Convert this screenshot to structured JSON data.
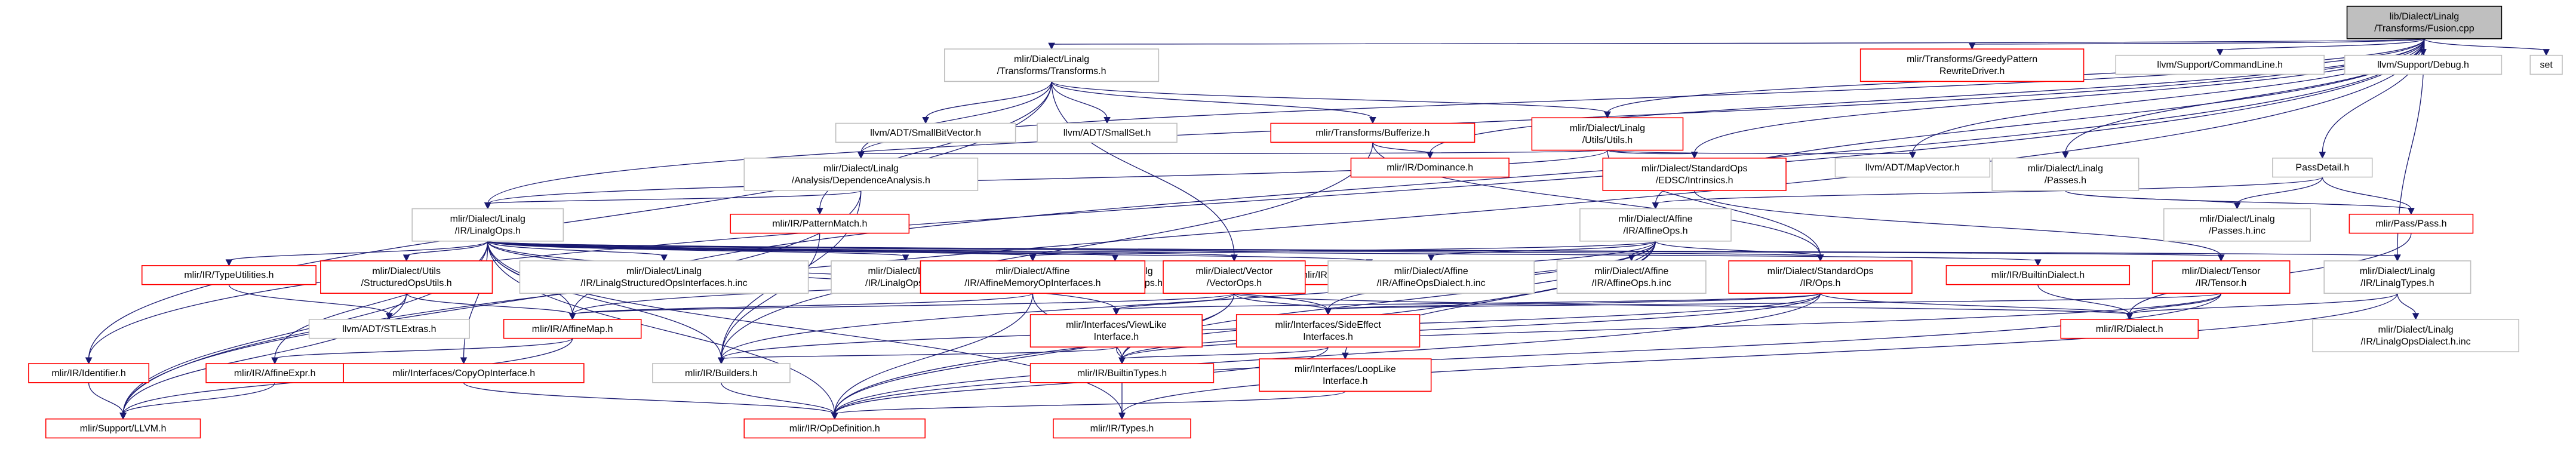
{
  "graph": {
    "nodes": [
      {
        "id": "root",
        "lines": [
          "lib/Dialect/Linalg",
          "/Transforms/Fusion.cpp"
        ],
        "style": "root",
        "interactable": false
      },
      {
        "id": "transforms_h",
        "lines": [
          "mlir/Dialect/Linalg",
          "/Transforms/Transforms.h"
        ],
        "style": "normal"
      },
      {
        "id": "greedy",
        "lines": [
          "mlir/Transforms/GreedyPattern",
          "RewriteDriver.h"
        ],
        "style": "red"
      },
      {
        "id": "commandline",
        "lines": [
          "llvm/Support/CommandLine.h"
        ],
        "style": "normal"
      },
      {
        "id": "debug",
        "lines": [
          "llvm/Support/Debug.h"
        ],
        "style": "normal"
      },
      {
        "id": "set",
        "lines": [
          "set"
        ],
        "style": "normal"
      },
      {
        "id": "smallbitvector",
        "lines": [
          "llvm/ADT/SmallBitVector.h"
        ],
        "style": "normal"
      },
      {
        "id": "smallset",
        "lines": [
          "llvm/ADT/SmallSet.h"
        ],
        "style": "normal"
      },
      {
        "id": "bufferize",
        "lines": [
          "mlir/Transforms/Bufferize.h"
        ],
        "style": "red"
      },
      {
        "id": "utils_h",
        "lines": [
          "mlir/Dialect/Linalg",
          "/Utils/Utils.h"
        ],
        "style": "red"
      },
      {
        "id": "depanalysis",
        "lines": [
          "mlir/Dialect/Linalg",
          "/Analysis/DependenceAnalysis.h"
        ],
        "style": "normal"
      },
      {
        "id": "dominance",
        "lines": [
          "mlir/IR/Dominance.h"
        ],
        "style": "red"
      },
      {
        "id": "edsc_intrinsics",
        "lines": [
          "mlir/Dialect/StandardOps",
          "/EDSC/Intrinsics.h"
        ],
        "style": "red"
      },
      {
        "id": "mapvector",
        "lines": [
          "llvm/ADT/MapVector.h"
        ],
        "style": "normal"
      },
      {
        "id": "linalg_passes",
        "lines": [
          "mlir/Dialect/Linalg",
          "/Passes.h"
        ],
        "style": "normal"
      },
      {
        "id": "passdetail",
        "lines": [
          "PassDetail.h"
        ],
        "style": "normal"
      },
      {
        "id": "linalgops_h",
        "lines": [
          "mlir/Dialect/Linalg",
          "/IR/LinalgOps.h"
        ],
        "style": "normal"
      },
      {
        "id": "patternmatch",
        "lines": [
          "mlir/IR/PatternMatch.h"
        ],
        "style": "red"
      },
      {
        "id": "affineops_h",
        "lines": [
          "mlir/Dialect/Affine",
          "/IR/AffineOps.h"
        ],
        "style": "normal"
      },
      {
        "id": "linalg_passes_inc",
        "lines": [
          "mlir/Dialect/Linalg",
          "/Passes.h.inc"
        ],
        "style": "normal"
      },
      {
        "id": "pass_h",
        "lines": [
          "mlir/Pass/Pass.h"
        ],
        "style": "red"
      },
      {
        "id": "typeutilities",
        "lines": [
          "mlir/IR/TypeUtilities.h"
        ],
        "style": "red"
      },
      {
        "id": "structuredopsutils",
        "lines": [
          "mlir/Dialect/Utils",
          "/StructuredOpsUtils.h"
        ],
        "style": "red"
      },
      {
        "id": "linalgstructuredopsinterfaces_inc",
        "lines": [
          "mlir/Dialect/Linalg",
          "/IR/LinalgStructuredOpsInterfaces.h.inc"
        ],
        "style": "normal"
      },
      {
        "id": "linalgops_h_inc",
        "lines": [
          "mlir/Dialect/Linalg",
          "/IR/LinalgOps.h.inc"
        ],
        "style": "normal"
      },
      {
        "id": "linalgstructuredops_inc",
        "lines": [
          "mlir/Dialect/Linalg",
          "/IR/LinalgStructuredOps.h.inc"
        ],
        "style": "normal"
      },
      {
        "id": "blockandvaluemapping",
        "lines": [
          "mlir/IR/BlockAndValueMapping.h"
        ],
        "style": "red"
      },
      {
        "id": "affinememoryopinterfaces",
        "lines": [
          "mlir/Dialect/Affine",
          "/IR/AffineMemoryOpInterfaces.h"
        ],
        "style": "red"
      },
      {
        "id": "vectorops",
        "lines": [
          "mlir/Dialect/Vector",
          "/VectorOps.h"
        ],
        "style": "red"
      },
      {
        "id": "affineopsdialect_inc",
        "lines": [
          "mlir/Dialect/Affine",
          "/IR/AffineOpsDialect.h.inc"
        ],
        "style": "normal"
      },
      {
        "id": "affineops_inc",
        "lines": [
          "mlir/Dialect/Affine",
          "/IR/AffineOps.h.inc"
        ],
        "style": "normal"
      },
      {
        "id": "stdops_h",
        "lines": [
          "mlir/Dialect/StandardOps",
          "/IR/Ops.h"
        ],
        "style": "red"
      },
      {
        "id": "builtindialect",
        "lines": [
          "mlir/IR/BuiltinDialect.h"
        ],
        "style": "red"
      },
      {
        "id": "tensor_h",
        "lines": [
          "mlir/Dialect/Tensor",
          "/IR/Tensor.h"
        ],
        "style": "red"
      },
      {
        "id": "linalgtypes",
        "lines": [
          "mlir/Dialect/Linalg",
          "/IR/LinalgTypes.h"
        ],
        "style": "normal"
      },
      {
        "id": "stlextras",
        "lines": [
          "llvm/ADT/STLExtras.h"
        ],
        "style": "normal"
      },
      {
        "id": "affinemap",
        "lines": [
          "mlir/IR/AffineMap.h"
        ],
        "style": "red"
      },
      {
        "id": "viewlikeinterface",
        "lines": [
          "mlir/Interfaces/ViewLike",
          "Interface.h"
        ],
        "style": "red"
      },
      {
        "id": "sideeffectinterfaces",
        "lines": [
          "mlir/Interfaces/SideEffect",
          "Interfaces.h"
        ],
        "style": "red"
      },
      {
        "id": "dialect_h",
        "lines": [
          "mlir/IR/Dialect.h"
        ],
        "style": "red"
      },
      {
        "id": "linalgopsdialect_inc",
        "lines": [
          "mlir/Dialect/Linalg",
          "/IR/LinalgOpsDialect.h.inc"
        ],
        "style": "normal"
      },
      {
        "id": "identifier",
        "lines": [
          "mlir/IR/Identifier.h"
        ],
        "style": "red"
      },
      {
        "id": "affineexpr",
        "lines": [
          "mlir/IR/AffineExpr.h"
        ],
        "style": "red"
      },
      {
        "id": "copyopinterface",
        "lines": [
          "mlir/Interfaces/CopyOpInterface.h"
        ],
        "style": "red"
      },
      {
        "id": "builders",
        "lines": [
          "mlir/IR/Builders.h"
        ],
        "style": "normal"
      },
      {
        "id": "builtintypes",
        "lines": [
          "mlir/IR/BuiltinTypes.h"
        ],
        "style": "red"
      },
      {
        "id": "looplikeinterface",
        "lines": [
          "mlir/Interfaces/LoopLike",
          "Interface.h"
        ],
        "style": "red"
      },
      {
        "id": "support_llvm",
        "lines": [
          "mlir/Support/LLVM.h"
        ],
        "style": "red"
      },
      {
        "id": "opdefinition",
        "lines": [
          "mlir/IR/OpDefinition.h"
        ],
        "style": "red"
      },
      {
        "id": "types_h",
        "lines": [
          "mlir/IR/Types.h"
        ],
        "style": "red"
      }
    ],
    "edges": [
      [
        "root",
        "transforms_h"
      ],
      [
        "root",
        "greedy"
      ],
      [
        "root",
        "commandline"
      ],
      [
        "root",
        "debug"
      ],
      [
        "root",
        "set"
      ],
      [
        "root",
        "utils_h"
      ],
      [
        "root",
        "depanalysis"
      ],
      [
        "root",
        "dominance"
      ],
      [
        "root",
        "edsc_intrinsics"
      ],
      [
        "root",
        "mapvector"
      ],
      [
        "root",
        "linalg_passes"
      ],
      [
        "root",
        "passdetail"
      ],
      [
        "root",
        "linalgops_h"
      ],
      [
        "root",
        "affineops_h"
      ],
      [
        "root",
        "linalgtypes"
      ],
      [
        "root",
        "affinemap"
      ],
      [
        "root",
        "identifier"
      ],
      [
        "root",
        "support_llvm"
      ],
      [
        "transforms_h",
        "smallbitvector"
      ],
      [
        "transforms_h",
        "smallset"
      ],
      [
        "transforms_h",
        "bufferize"
      ],
      [
        "transforms_h",
        "utils_h"
      ],
      [
        "transforms_h",
        "depanalysis"
      ],
      [
        "transforms_h",
        "patternmatch"
      ],
      [
        "transforms_h",
        "vectorops"
      ],
      [
        "transforms_h",
        "identifier"
      ],
      [
        "bufferize",
        "dominance"
      ],
      [
        "bufferize",
        "builders"
      ],
      [
        "bufferize",
        "stdops_h"
      ],
      [
        "utils_h",
        "depanalysis"
      ],
      [
        "utils_h",
        "edsc_intrinsics"
      ],
      [
        "utils_h",
        "mapvector"
      ],
      [
        "utils_h",
        "linalgops_h"
      ],
      [
        "utils_h",
        "stdops_h"
      ],
      [
        "depanalysis",
        "linalgops_h"
      ],
      [
        "depanalysis",
        "builders"
      ],
      [
        "depanalysis",
        "support_llvm"
      ],
      [
        "edsc_intrinsics",
        "tensor_h"
      ],
      [
        "linalg_passes",
        "linalg_passes_inc"
      ],
      [
        "linalg_passes",
        "pass_h"
      ],
      [
        "passdetail",
        "affineops_h"
      ],
      [
        "passdetail",
        "linalg_passes_inc"
      ],
      [
        "passdetail",
        "pass_h"
      ],
      [
        "pass_h",
        "dialect_h"
      ],
      [
        "patternmatch",
        "builders"
      ],
      [
        "linalgops_h",
        "typeutilities"
      ],
      [
        "linalgops_h",
        "structuredopsutils"
      ],
      [
        "linalgops_h",
        "linalgstructuredopsinterfaces_inc"
      ],
      [
        "linalgops_h",
        "linalgops_h_inc"
      ],
      [
        "linalgops_h",
        "linalgstructuredops_inc"
      ],
      [
        "linalgops_h",
        "blockandvaluemapping"
      ],
      [
        "linalgops_h",
        "affinememoryopinterfaces"
      ],
      [
        "linalgops_h",
        "vectorops"
      ],
      [
        "linalgops_h",
        "stdops_h"
      ],
      [
        "linalgops_h",
        "builtindialect"
      ],
      [
        "linalgops_h",
        "tensor_h"
      ],
      [
        "linalgops_h",
        "linalgtypes"
      ],
      [
        "linalgops_h",
        "affinemap"
      ],
      [
        "linalgops_h",
        "affineexpr"
      ],
      [
        "linalgops_h",
        "copyopinterface"
      ],
      [
        "linalgops_h",
        "builders"
      ],
      [
        "linalgops_h",
        "opdefinition"
      ],
      [
        "linalgops_h",
        "sideeffectinterfaces"
      ],
      [
        "linalgops_h",
        "viewlikeinterface"
      ],
      [
        "linalgops_h",
        "types_h"
      ],
      [
        "linalgops_h",
        "support_llvm"
      ],
      [
        "typeutilities",
        "stlextras"
      ],
      [
        "structuredopsutils",
        "affinemap"
      ],
      [
        "structuredopsutils",
        "stlextras"
      ],
      [
        "structuredopsutils",
        "support_llvm"
      ],
      [
        "affineops_h",
        "affinememoryopinterfaces"
      ],
      [
        "affineops_h",
        "affineopsdialect_inc"
      ],
      [
        "affineops_h",
        "affineops_inc"
      ],
      [
        "affineops_h",
        "stdops_h"
      ],
      [
        "affineops_h",
        "affinemap"
      ],
      [
        "affineops_h",
        "builders"
      ],
      [
        "affineops_h",
        "looplikeinterface"
      ],
      [
        "affineops_h",
        "opdefinition"
      ],
      [
        "affineops_h",
        "builtintypes"
      ],
      [
        "affineops_h",
        "sideeffectinterfaces"
      ],
      [
        "affinememoryopinterfaces",
        "affinemap"
      ],
      [
        "affinememoryopinterfaces",
        "opdefinition"
      ],
      [
        "affinememoryopinterfaces",
        "builtintypes"
      ],
      [
        "vectorops",
        "affinemap"
      ],
      [
        "vectorops",
        "viewlikeinterface"
      ],
      [
        "vectorops",
        "sideeffectinterfaces"
      ],
      [
        "vectorops",
        "builtintypes"
      ],
      [
        "vectorops",
        "dialect_h"
      ],
      [
        "vectorops",
        "opdefinition"
      ],
      [
        "stdops_h",
        "viewlikeinterface"
      ],
      [
        "stdops_h",
        "sideeffectinterfaces"
      ],
      [
        "stdops_h",
        "dialect_h"
      ],
      [
        "stdops_h",
        "builtintypes"
      ],
      [
        "stdops_h",
        "builders"
      ],
      [
        "stdops_h",
        "opdefinition"
      ],
      [
        "builtindialect",
        "dialect_h"
      ],
      [
        "tensor_h",
        "dialect_h"
      ],
      [
        "tensor_h",
        "sideeffectinterfaces"
      ],
      [
        "tensor_h",
        "builtintypes"
      ],
      [
        "tensor_h",
        "opdefinition"
      ],
      [
        "linalgtypes",
        "dialect_h"
      ],
      [
        "linalgtypes",
        "linalgopsdialect_inc"
      ],
      [
        "linalgtypes",
        "types_h"
      ],
      [
        "affinemap",
        "affineexpr"
      ],
      [
        "affinemap",
        "support_llvm"
      ],
      [
        "affineexpr",
        "support_llvm"
      ],
      [
        "viewlikeinterface",
        "builtintypes"
      ],
      [
        "viewlikeinterface",
        "builders"
      ],
      [
        "sideeffectinterfaces",
        "builtintypes"
      ],
      [
        "sideeffectinterfaces",
        "opdefinition"
      ],
      [
        "builders",
        "opdefinition"
      ],
      [
        "builtintypes",
        "types_h"
      ],
      [
        "looplikeinterface",
        "opdefinition"
      ],
      [
        "copyopinterface",
        "opdefinition"
      ],
      [
        "identifier",
        "support_llvm"
      ]
    ]
  }
}
